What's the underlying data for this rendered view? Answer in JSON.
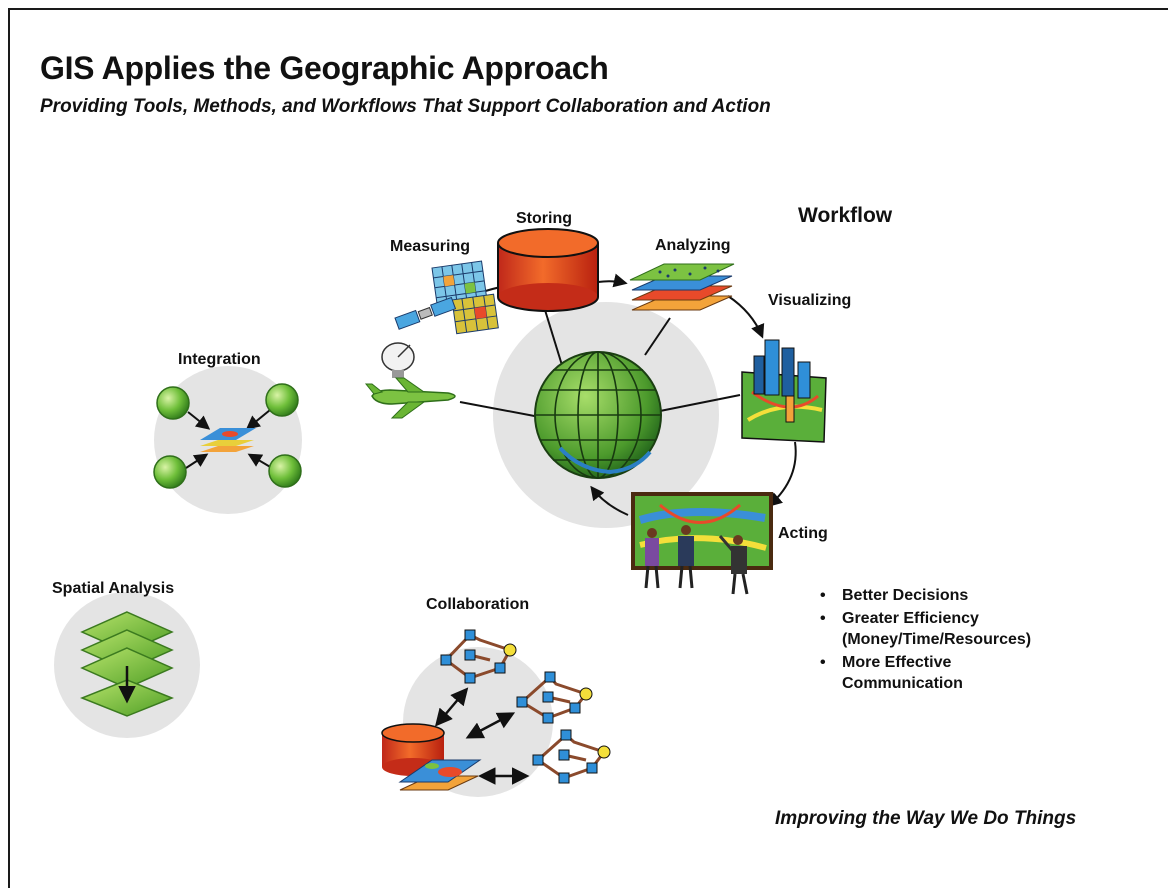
{
  "header": {
    "title": "GIS Applies the Geographic Approach",
    "subtitle": "Providing Tools, Methods, and Workflows That Support Collaboration and Action"
  },
  "workflow": {
    "heading": "Workflow",
    "steps": {
      "storing": "Storing",
      "measuring": "Measuring",
      "analyzing": "Analyzing",
      "visualizing": "Visualizing",
      "acting": "Acting"
    }
  },
  "sections": {
    "integration": "Integration",
    "spatial_analysis": "Spatial Analysis",
    "collaboration": "Collaboration"
  },
  "benefits": {
    "item1": "Better Decisions",
    "item2_line1": "Greater Efficiency",
    "item2_line2": "(Money/Time/Resources)",
    "item3_line1": "More Effective",
    "item3_line2": "Communication"
  },
  "footer": "Improving the Way We Do Things",
  "colors": {
    "disc": "#e4e4e4",
    "green": "#7cc242",
    "orange": "#e8491d",
    "node_blue": "#2f8fd8",
    "node_yellow": "#f4df3a",
    "link_brown": "#8b4a2c"
  }
}
